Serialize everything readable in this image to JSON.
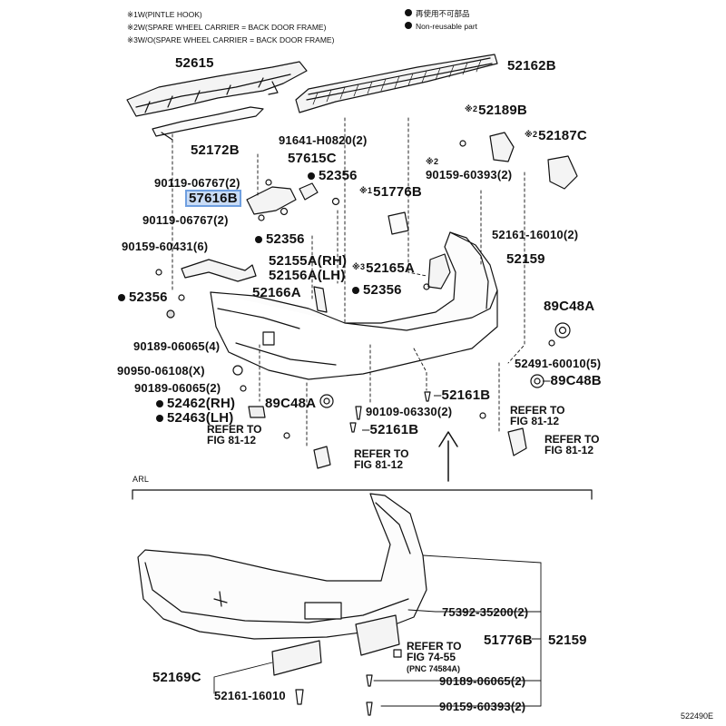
{
  "legend": {
    "notes": [
      {
        "mark": "※1",
        "text": "W(PINTLE HOOK)"
      },
      {
        "mark": "※2",
        "text": "W(SPARE WHEEL CARRIER = BACK DOOR FRAME)"
      },
      {
        "mark": "※3",
        "text": "W/O(SPARE WHEEL CARRIER = BACK DOOR FRAME)"
      }
    ],
    "non_reusable_jp": "再使用不可部品",
    "non_reusable_en": "Non-reusable part"
  },
  "parts": {
    "p52615": "52615",
    "p52162B": "52162B",
    "p52172B": "52172B",
    "p91641": "91641-H0820(2)",
    "p52189B": "52189B",
    "p52187C": "52187C",
    "p57615C": "57615C",
    "p52356_a": "52356",
    "p90119_a": "90119-06767(2)",
    "p57616B": "57616B",
    "p90119_b": "90119-06767(2)",
    "p51776B": "51776B",
    "p90159_60393_top": "90159-60393(2)",
    "p52356_b": "52356",
    "p52161_16010_top": "52161-16010(2)",
    "p90159_60431": "90159-60431(6)",
    "p52159_top": "52159",
    "p52155A": "52155A(RH)",
    "p52156A": "52156A(LH)",
    "p52165A": "52165A",
    "p52166A": "52166A",
    "p52356_c": "52356",
    "p52356_d": "52356",
    "p89C48A_right": "89C48A",
    "p90189_4": "90189-06065(4)",
    "p52491": "52491-60010(5)",
    "p90950": "90950-06108(X)",
    "p89C48B": "89C48B",
    "p90189_2": "90189-06065(2)",
    "p52161B_a": "52161B",
    "p52462": "52462(RH)",
    "p52463": "52463(LH)",
    "p89C48A_mid": "89C48A",
    "p90109": "90109-06330(2)",
    "p52161B_b": "52161B",
    "p52169C": "52169C",
    "p52161_16010_bot": "52161-16010",
    "p75392": "75392-35200(2)",
    "p51776B_bot": "51776B",
    "p52159_bot": "52159",
    "p90189_06065_bot": "90189-06065(2)",
    "p90159_60393_bot": "90159-60393(2)"
  },
  "refs": {
    "fig8112_left": {
      "l1": "REFER TO",
      "l2": "FIG 81-12"
    },
    "fig8112_mid": {
      "l1": "REFER TO",
      "l2": "FIG 81-12"
    },
    "fig8112_r1": {
      "l1": "REFER TO",
      "l2": "FIG 81-12"
    },
    "fig8112_r2": {
      "l1": "REFER TO",
      "l2": "FIG 81-12"
    },
    "fig7455": {
      "l1": "REFER TO",
      "l2": "FIG 74-55",
      "l3": "(PNC 74584A)"
    }
  },
  "section_label": "ARL",
  "diagram_id": "522490E"
}
